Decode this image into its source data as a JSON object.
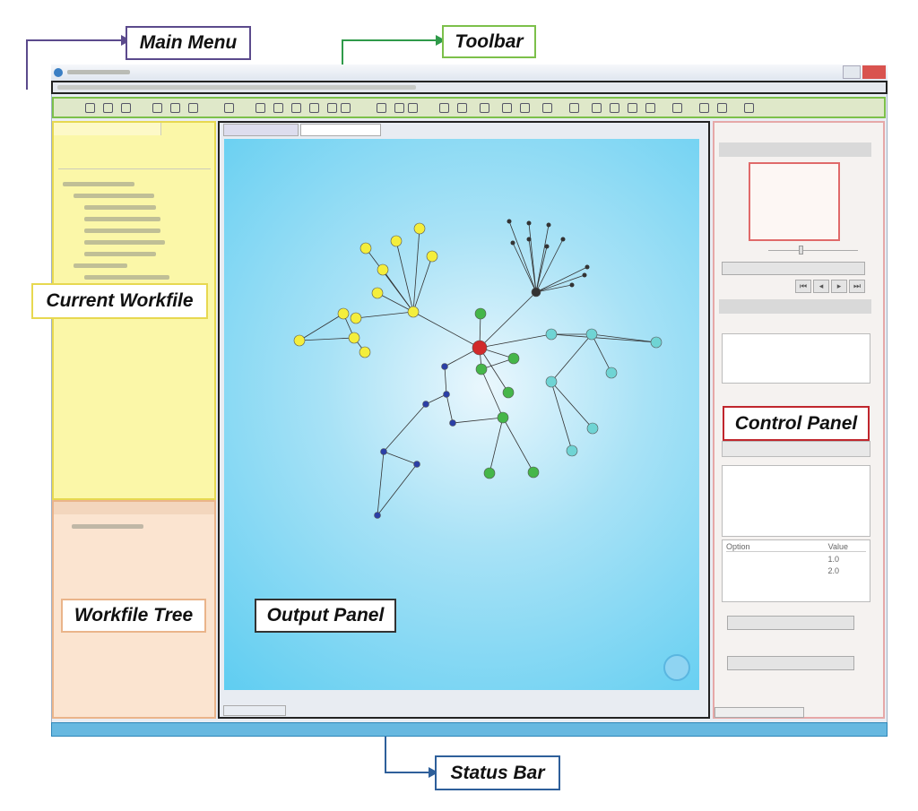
{
  "callouts": {
    "main_menu": "Main Menu",
    "toolbar": "Toolbar",
    "current_workfile": "Current Workfile",
    "workfile_tree": "Workfile Tree",
    "output_panel": "Output Panel",
    "control_panel": "Control Panel",
    "status_bar": "Status Bar"
  },
  "colors": {
    "main_menu": "#5b4a8c",
    "toolbar": "#7cc04a",
    "current_workfile": "#e7d850",
    "workfile_tree": "#eab48a",
    "output_panel": "#333333",
    "control_panel": "#c0262d",
    "status_bar": "#2e5f9a",
    "node_yellow": "#f4ee3c",
    "node_green": "#45b649",
    "node_blue": "#2b3fa6",
    "node_teal": "#6fd4d4",
    "node_red": "#d12a2a",
    "node_dark": "#333333"
  },
  "control_panel": {
    "option_header": "Option",
    "value_header": "Value",
    "values": [
      "1.0",
      "2.0"
    ]
  },
  "graph": {
    "description_free": true
  }
}
